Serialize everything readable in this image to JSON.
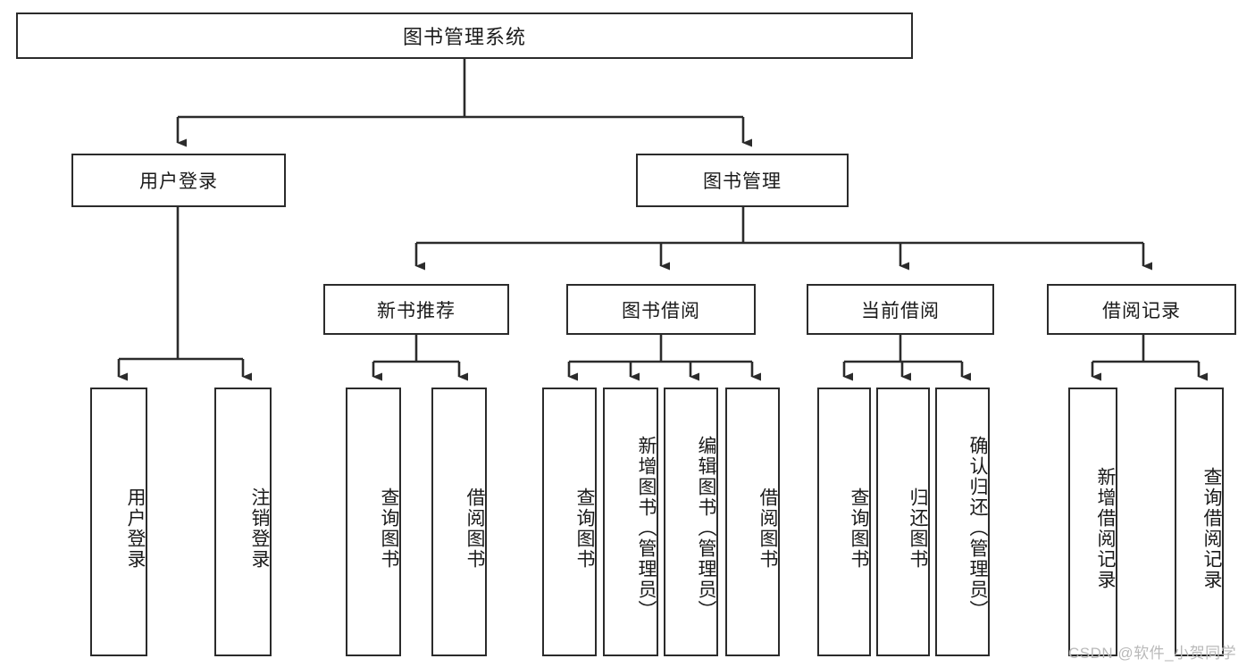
{
  "diagram": {
    "type": "tree",
    "title": "图书管理系统",
    "root": {
      "id": "root",
      "label": "图书管理系统"
    },
    "nodes": [
      {
        "id": "root",
        "label": "图书管理系统",
        "level": 0,
        "parent": null,
        "orientation": "horizontal"
      },
      {
        "id": "user-login",
        "label": "用户登录",
        "level": 1,
        "parent": "root",
        "orientation": "horizontal"
      },
      {
        "id": "book-manage",
        "label": "图书管理",
        "level": 1,
        "parent": "root",
        "orientation": "horizontal"
      },
      {
        "id": "login-do",
        "label": "用户登录",
        "level": 2,
        "parent": "user-login",
        "orientation": "vertical"
      },
      {
        "id": "logout-do",
        "label": "注销登录",
        "level": 2,
        "parent": "user-login",
        "orientation": "vertical"
      },
      {
        "id": "new-book-rec",
        "label": "新书推荐",
        "level": 2,
        "parent": "book-manage",
        "orientation": "horizontal"
      },
      {
        "id": "book-borrow",
        "label": "图书借阅",
        "level": 2,
        "parent": "book-manage",
        "orientation": "horizontal"
      },
      {
        "id": "current-borrow",
        "label": "当前借阅",
        "level": 2,
        "parent": "book-manage",
        "orientation": "horizontal"
      },
      {
        "id": "borrow-record",
        "label": "借阅记录",
        "level": 2,
        "parent": "book-manage",
        "orientation": "horizontal"
      },
      {
        "id": "rec-query",
        "label": "查询图书",
        "level": 3,
        "parent": "new-book-rec",
        "orientation": "vertical"
      },
      {
        "id": "rec-borrow",
        "label": "借阅图书",
        "level": 3,
        "parent": "new-book-rec",
        "orientation": "vertical"
      },
      {
        "id": "bb-query",
        "label": "查询图书",
        "level": 3,
        "parent": "book-borrow",
        "orientation": "vertical"
      },
      {
        "id": "bb-add",
        "label": "新增图书（管理员）",
        "level": 3,
        "parent": "book-borrow",
        "orientation": "vertical"
      },
      {
        "id": "bb-edit",
        "label": "编辑图书（管理员）",
        "level": 3,
        "parent": "book-borrow",
        "orientation": "vertical"
      },
      {
        "id": "bb-borrow",
        "label": "借阅图书",
        "level": 3,
        "parent": "book-borrow",
        "orientation": "vertical"
      },
      {
        "id": "cb-query",
        "label": "查询图书",
        "level": 3,
        "parent": "current-borrow",
        "orientation": "vertical"
      },
      {
        "id": "cb-return",
        "label": "归还图书",
        "level": 3,
        "parent": "current-borrow",
        "orientation": "vertical"
      },
      {
        "id": "cb-confirm",
        "label": "确认归还（管理员）",
        "level": 3,
        "parent": "current-borrow",
        "orientation": "vertical"
      },
      {
        "id": "br-add",
        "label": "新增借阅记录",
        "level": 3,
        "parent": "borrow-record",
        "orientation": "vertical"
      },
      {
        "id": "br-query",
        "label": "查询借阅记录",
        "level": 3,
        "parent": "borrow-record",
        "orientation": "vertical"
      }
    ],
    "watermark": "CSDN @软件_小贺同学",
    "colors": {
      "box_border": "#2b2b2b",
      "box_fill": "#ffffff",
      "connector": "#2b2b2b",
      "text": "#1a1a1a",
      "watermark": "#b9b9b9",
      "background": "#ffffff"
    }
  }
}
